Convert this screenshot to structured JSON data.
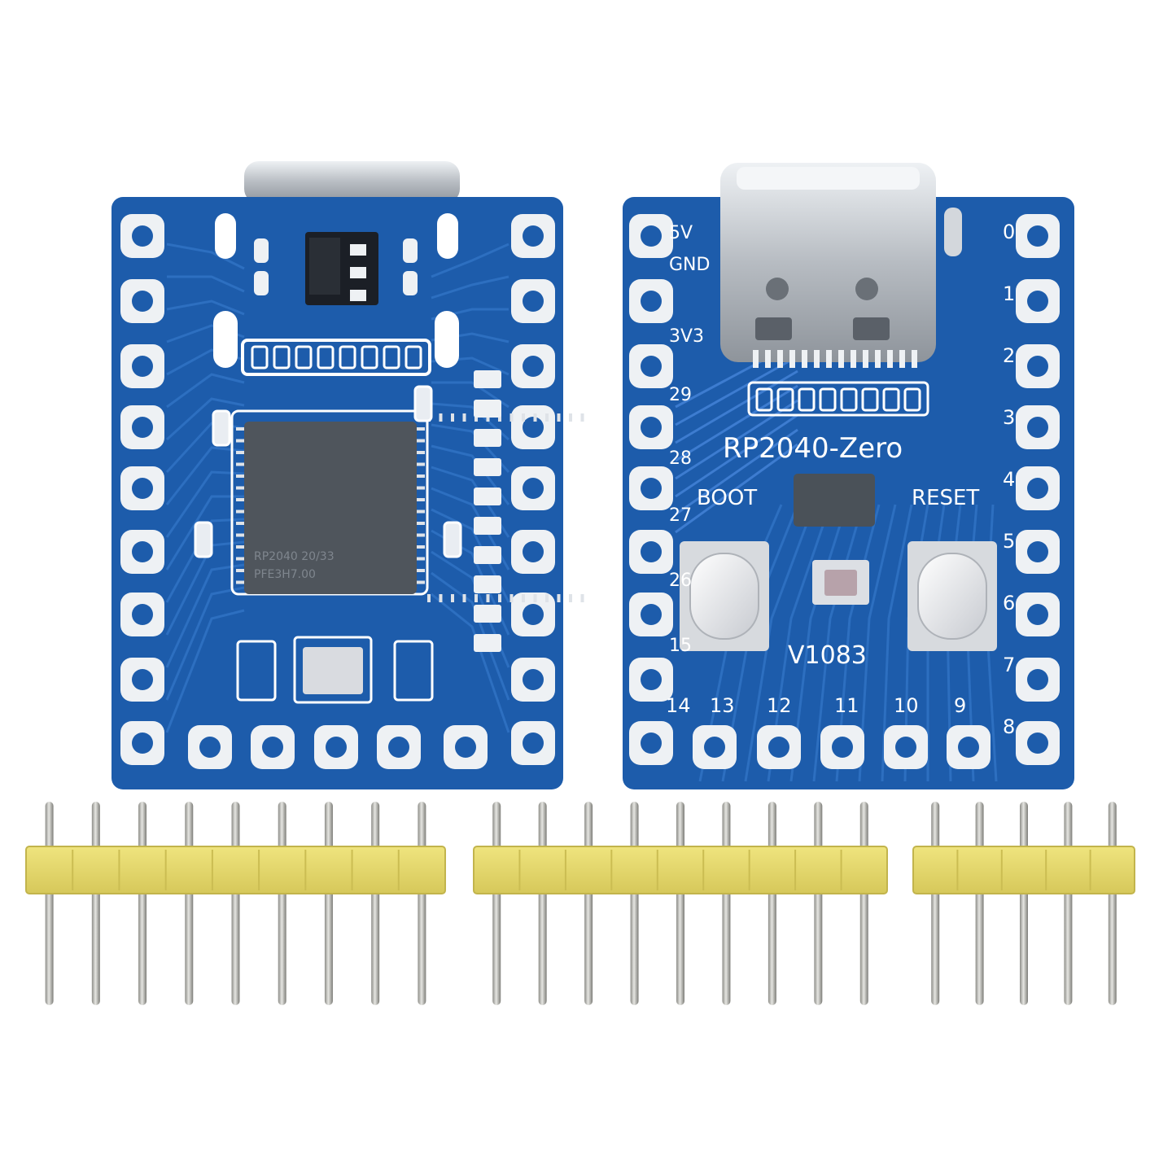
{
  "colors": {
    "background": "#ffffff",
    "pcb_blue": "#1d5cab",
    "pcb_dark": "#153f82",
    "trace": "#2d6fc0",
    "pad_silver": "#e9edf2",
    "chip": "#4f555c",
    "usb_metal": "#c9ced4",
    "header_yellow": "#e8dc6e",
    "pin_metal": "#b9b9b4"
  },
  "board_back": {
    "chip_marking_1": "RP2040  20/33",
    "chip_marking_2": "PFE3H7.00"
  },
  "board_front": {
    "title": "RP2040-Zero",
    "boot_label": "BOOT",
    "reset_label": "RESET",
    "version_label": "V1083",
    "left_pins": [
      "5V",
      "GND",
      "3V3",
      "29",
      "28",
      "27",
      "26",
      "15"
    ],
    "right_pins": [
      "0",
      "1",
      "2",
      "3",
      "4",
      "5",
      "6",
      "7",
      "8"
    ],
    "bottom_pins": [
      "14",
      "13",
      "12",
      "11",
      "10",
      "9"
    ]
  },
  "headers": [
    {
      "name": "header-9-pin-a",
      "pins": 9
    },
    {
      "name": "header-9-pin-b",
      "pins": 9
    },
    {
      "name": "header-5-pin",
      "pins": 5
    }
  ]
}
